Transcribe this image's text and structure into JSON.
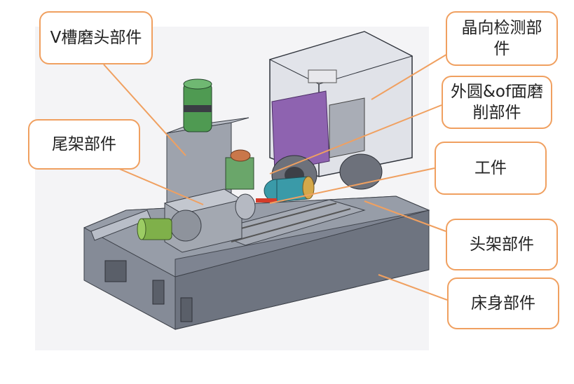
{
  "colors": {
    "callout_border": "#f0a060",
    "leader_line": "#f0a060",
    "machine_base": "#7e8491",
    "enclosure_glass": "#c8ccd6",
    "motor_green": "#4f9a52",
    "purple_panel": "#8e63b0",
    "teal_part": "#3a9aa8"
  },
  "callouts": {
    "v_groove_grinding_head": {
      "label": "V槽磨头部件"
    },
    "crystal_orientation_detection": {
      "label": "晶向检测部件"
    },
    "od_of_grinding": {
      "label": "外圆&of面磨削部件"
    },
    "tailstock": {
      "label": "尾架部件"
    },
    "workpiece": {
      "label": "工件"
    },
    "headstock": {
      "label": "头架部件"
    },
    "machine_bed": {
      "label": "床身部件"
    }
  }
}
